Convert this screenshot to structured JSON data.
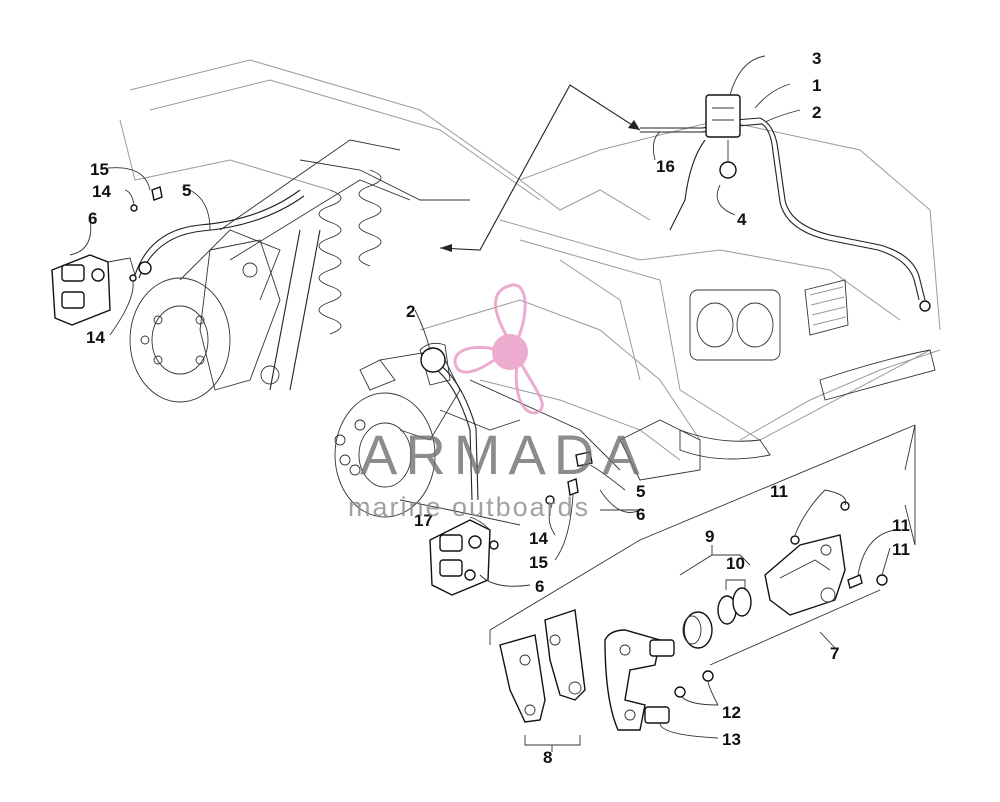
{
  "diagram": {
    "callouts": [
      {
        "id": "c1",
        "text": "1"
      },
      {
        "id": "c2a",
        "text": "2"
      },
      {
        "id": "c2b",
        "text": "2"
      },
      {
        "id": "c3",
        "text": "3"
      },
      {
        "id": "c4",
        "text": "4"
      },
      {
        "id": "c5a",
        "text": "5"
      },
      {
        "id": "c5b",
        "text": "5"
      },
      {
        "id": "c6a",
        "text": "6"
      },
      {
        "id": "c6b",
        "text": "6"
      },
      {
        "id": "c6c",
        "text": "6"
      },
      {
        "id": "c7",
        "text": "7"
      },
      {
        "id": "c8",
        "text": "8"
      },
      {
        "id": "c9",
        "text": "9"
      },
      {
        "id": "c10",
        "text": "10"
      },
      {
        "id": "c11a",
        "text": "11"
      },
      {
        "id": "c11b",
        "text": "11"
      },
      {
        "id": "c11c",
        "text": "11"
      },
      {
        "id": "c12",
        "text": "12"
      },
      {
        "id": "c13",
        "text": "13"
      },
      {
        "id": "c14a",
        "text": "14"
      },
      {
        "id": "c14b",
        "text": "14"
      },
      {
        "id": "c14c",
        "text": "14"
      },
      {
        "id": "c15a",
        "text": "15"
      },
      {
        "id": "c15b",
        "text": "15"
      },
      {
        "id": "c16",
        "text": "16"
      },
      {
        "id": "c17",
        "text": "17"
      }
    ]
  },
  "watermark": {
    "title": "ARMADA",
    "subtitle": "marine outboards",
    "color": "#e88fc0",
    "text_color": "#6f6f6f"
  }
}
